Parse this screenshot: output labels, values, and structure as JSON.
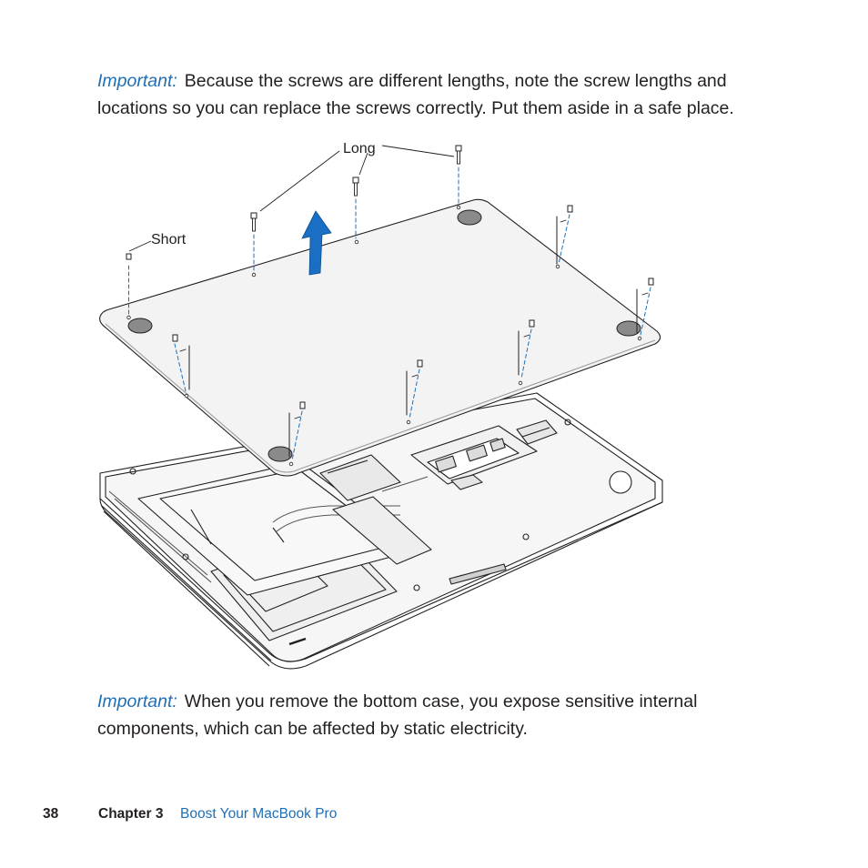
{
  "notice_top": {
    "label": "Important:",
    "text": "Because the screws are different lengths, note the screw lengths and locations so you can replace the screws correctly. Put them aside in a safe place."
  },
  "illustration": {
    "label_long": "Long",
    "label_short": "Short"
  },
  "notice_bottom": {
    "label": "Important:",
    "text": "When you remove the bottom case, you expose sensitive internal components, which can be affected by static electricity."
  },
  "footer": {
    "page_number": "38",
    "chapter": "Chapter 3",
    "chapter_title": "Boost Your MacBook Pro"
  },
  "colors": {
    "accent": "#1f6fb5",
    "text": "#231f20",
    "arrow": "#1a6fc4"
  }
}
